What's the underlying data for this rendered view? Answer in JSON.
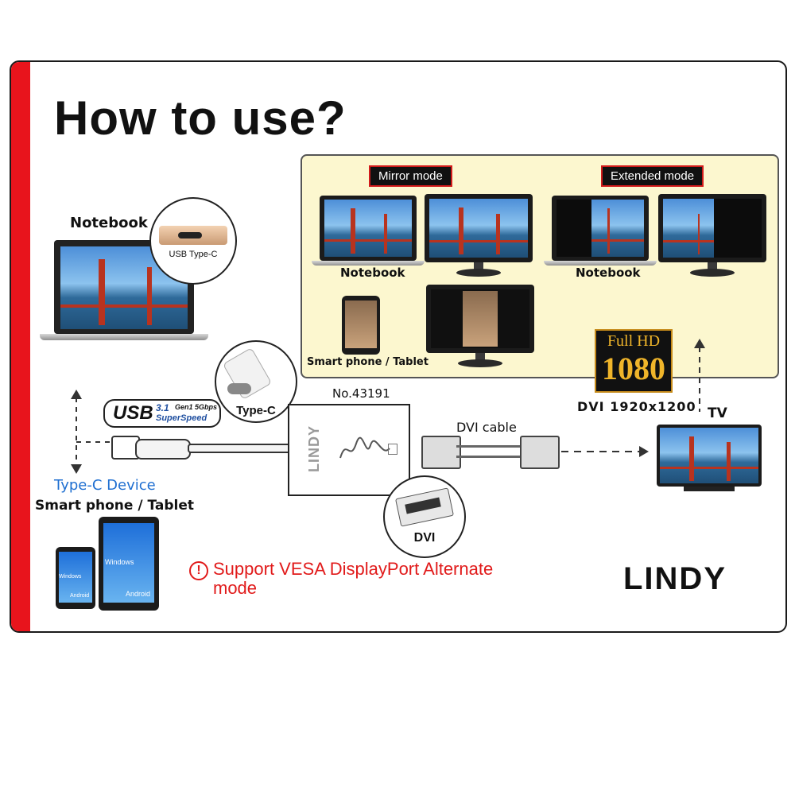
{
  "title": "How to use?",
  "mirror_mode": {
    "label": "Mirror mode",
    "notebook_label": "Notebook",
    "phone_label": "Smart phone / Tablet"
  },
  "extended_mode": {
    "label": "Extended mode",
    "notebook_label": "Notebook"
  },
  "notebook": {
    "label": "Notebook",
    "port_label": "USB Type-C"
  },
  "usb_logo": {
    "usb": "USB",
    "version": "3.1",
    "gen": "Gen1 5Gbps",
    "speed": "SuperSpeed"
  },
  "typec_connector": {
    "label": "Type-C"
  },
  "device": {
    "label": "Type-C Device",
    "sublabel": "Smart phone / Tablet",
    "os1": "Windows",
    "os2": "Android"
  },
  "adapter": {
    "model": "No.43191",
    "brand": "LINDY",
    "dvi_label": "DVI"
  },
  "dvi_cable": {
    "label": "DVI cable"
  },
  "full_hd": {
    "line1": "Full HD",
    "line2": "1080"
  },
  "dvi_resolution": "DVI 1920x1200",
  "tv": {
    "label": "TV"
  },
  "vesa_note": {
    "line1": "Support VESA DisplayPort Alternate",
    "line2": "mode",
    "icon": "!"
  },
  "brand_logo": "LINDY",
  "colors": {
    "accent_red": "#e8141c",
    "panel_yellow": "#fcf7cf",
    "link_blue": "#1f6fd1"
  }
}
